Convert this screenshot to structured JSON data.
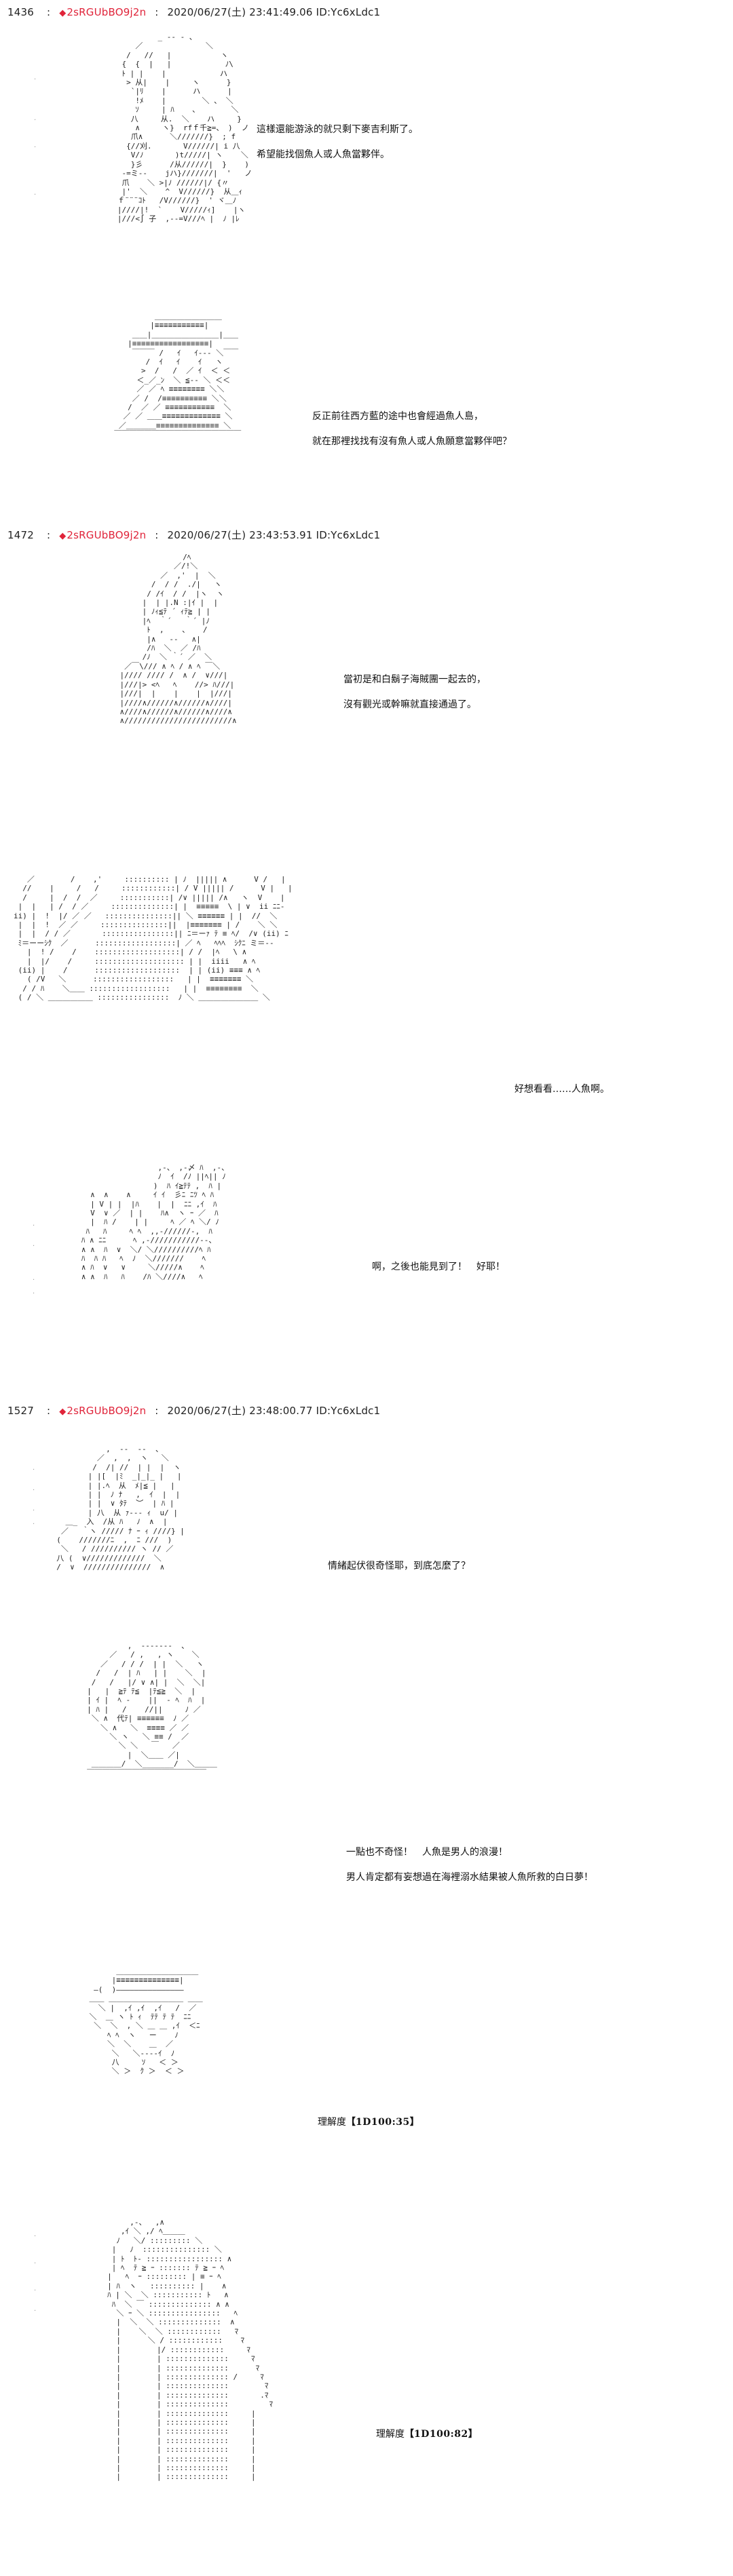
{
  "posts": [
    {
      "number": "1436",
      "separator": ":",
      "trip_icon": "◆",
      "trip": "2sRGUbBO9j2n",
      "datetime": "2020/06/27(土) 23:41:49.06",
      "id": "ID:Yc6xLdc1",
      "panels": [
        {
          "dialog": [
            "這樣還能游泳的就只剩下麥吉利斯了。",
            "希望能找個魚人或人魚當夥伴。"
          ]
        },
        {
          "dialog": [
            "反正前往西方藍的途中也會經過魚人島，",
            "就在那裡找找有沒有魚人或人魚願意當夥伴吧？"
          ]
        }
      ]
    },
    {
      "number": "1472",
      "separator": ":",
      "trip_icon": "◆",
      "trip": "2sRGUbBO9j2n",
      "datetime": "2020/06/27(土) 23:43:53.91",
      "id": "ID:Yc6xLdc1",
      "panels": [
        {
          "dialog": [
            "當初是和白鬍子海賊團一起去的，",
            "沒有觀光或幹嘛就直接通過了。"
          ]
        },
        {
          "dialog": [
            "好想看看……人魚啊。"
          ]
        },
        {
          "dialog": [
            "啊，之後也能見到了！　好耶！"
          ]
        }
      ]
    },
    {
      "number": "1527",
      "separator": ":",
      "trip_icon": "◆",
      "trip": "2sRGUbBO9j2n",
      "datetime": "2020/06/27(土) 23:48:00.77",
      "id": "ID:Yc6xLdc1",
      "panels": [
        {
          "dialog": [
            "情緒起伏很奇怪耶，到底怎麼了？"
          ]
        },
        {
          "dialog": [
            "一點也不奇怪！　人魚是男人的浪漫！",
            "男人肯定都有妄想過在海裡溺水結果被人魚所救的白日夢！"
          ]
        },
        {
          "dice": {
            "label": "理解度",
            "open": "【",
            "roll": "1D100:35",
            "close": "】"
          }
        },
        {
          "dice": {
            "label": "理解度",
            "open": "【",
            "roll": "1D100:82",
            "close": "】"
          }
        }
      ]
    }
  ],
  "colors": {
    "trip": "#e0243a",
    "text": "#111111",
    "background": "#ffffff"
  }
}
